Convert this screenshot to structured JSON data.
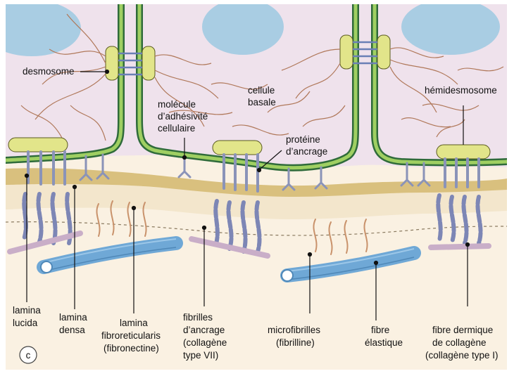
{
  "figure": {
    "panel_letter": "c",
    "colors": {
      "cytoplasm": "#efe2ec",
      "nucleus": "#a9cde3",
      "membrane_outer": "#2f6b3a",
      "membrane_inner": "#9fcf62",
      "plaque": "#e2e58a",
      "lamina_densa": "#d9c07e",
      "lamina_fibroreticularis": "#f3e6cc",
      "dermis": "#faf1e2",
      "anchoring_fibril": "#7d86b5",
      "microfibril": "#c9926b",
      "elastic_fibre": "#6fa8d6",
      "collagen_fibre": "#c9aec8"
    },
    "labels": {
      "desmosome": "desmosome",
      "adhesion_molecule": [
        "molécule",
        "d’adhésivité",
        "cellulaire"
      ],
      "basal_cell": [
        "cellule",
        "basale"
      ],
      "anchor_protein": [
        "protéine",
        "d’ancrage"
      ],
      "hemidesmosome": "hémidesmosome",
      "lamina_lucida": [
        "lamina",
        "lucida"
      ],
      "lamina_densa": [
        "lamina",
        "densa"
      ],
      "lamina_fibroreticularis": [
        "lamina",
        "fibroreticularis",
        "(fibronectine)"
      ],
      "anchoring_fibrils": [
        "fibrilles",
        "d’ancrage",
        "(collagène",
        "type VII)"
      ],
      "microfibrils": [
        "microfibrilles",
        "(fibrilline)"
      ],
      "elastic_fibre": [
        "fibre",
        "élastique"
      ],
      "collagen_fibre": [
        "fibre dermique",
        "de collagène",
        "(collagène type I)"
      ]
    }
  }
}
